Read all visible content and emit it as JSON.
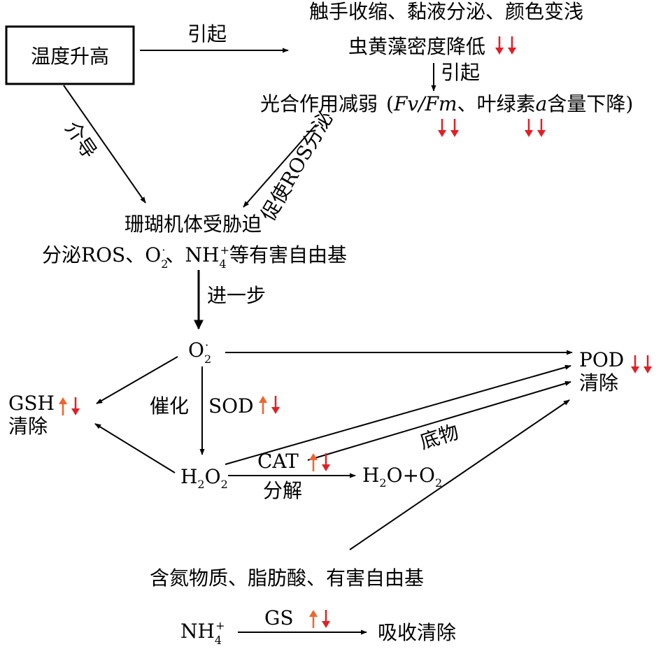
{
  "colors": {
    "up_arrow": "#f0642a",
    "down_arrow": "#e31e24",
    "ink": "#000000"
  },
  "box": {
    "label": "温度升高"
  },
  "top": {
    "symptoms": "触手收缩、黏液分泌、颜色变浅",
    "density": "虫黄藻密度降低",
    "cause_label": "引起",
    "cause_label_2": "引起",
    "photo_main": "光合作用减弱",
    "photo_open": "(",
    "fvfm": "Fv/Fm",
    "photo_sep": "、叶绿素",
    "chla_italic": "a",
    "photo_tail": "含量下降)"
  },
  "left": {
    "mediate": "介导"
  },
  "diag": {
    "promote_ros": "促使ROS分泌"
  },
  "stress": {
    "line1": "珊瑚机体受胁迫",
    "line2_pre": "分泌ROS、O",
    "o2_sub": "2",
    "o2_sup": "·",
    "line2_mid": "、NH",
    "nh_sub": "4",
    "nh_sup": "+",
    "line2_post": "等有害自由基"
  },
  "step": {
    "label": "进一步"
  },
  "o2": {
    "base": "O",
    "sub": "2",
    "sup": "·"
  },
  "pod": {
    "line1": "POD",
    "line2": "清除"
  },
  "gsh": {
    "line1": "GSH",
    "line2": "清除"
  },
  "catalyze": "催化",
  "sod": {
    "label": "SOD"
  },
  "h2o2": {
    "h": "H",
    "sub1": "2",
    "o": "O",
    "sub2": "2"
  },
  "cat": {
    "label": "CAT",
    "decompose": "分解"
  },
  "products": {
    "h": "H",
    "sub": "2",
    "mid": "O+O",
    "sub2": "2"
  },
  "substrate": "底物",
  "harmful": "含氮物质、脂肪酸、有害自由基",
  "bottom": {
    "nh_base": "NH",
    "nh_sub": "4",
    "nh_sup": "+",
    "gs": "GS",
    "absorb": "吸收清除"
  },
  "indicators": [
    {
      "target": "density",
      "arrows": [
        "down",
        "down"
      ]
    },
    {
      "target": "fvfm",
      "arrows": [
        "down",
        "down"
      ]
    },
    {
      "target": "chla",
      "arrows": [
        "down",
        "down"
      ]
    },
    {
      "target": "pod",
      "arrows": [
        "down",
        "down"
      ]
    },
    {
      "target": "gsh",
      "arrows": [
        "up",
        "down"
      ]
    },
    {
      "target": "sod",
      "arrows": [
        "up",
        "down"
      ]
    },
    {
      "target": "cat",
      "arrows": [
        "up",
        "down"
      ]
    },
    {
      "target": "gs",
      "arrows": [
        "up",
        "down"
      ]
    }
  ]
}
